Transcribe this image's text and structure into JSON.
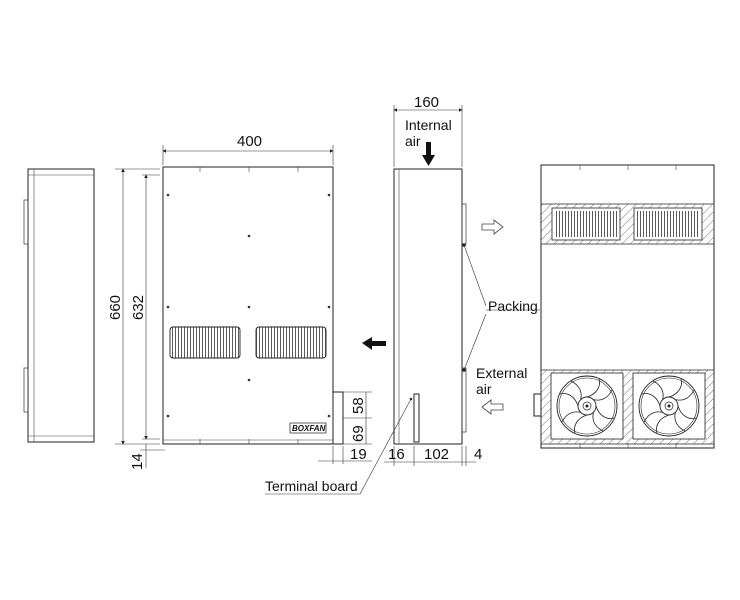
{
  "dimensions": {
    "overall_height": "660",
    "inner_height": "632",
    "front_width": "400",
    "depth": "160",
    "bottom_offset": "14",
    "terminal_height_58": "58",
    "terminal_height_69": "69",
    "terminal_width_19": "19",
    "side_16": "16",
    "side_102": "102",
    "side_4": "4"
  },
  "labels": {
    "internal_air_line1": "Internal",
    "internal_air_line2": "air",
    "external_air_line1": "External",
    "external_air_line2": "air",
    "packing": "Packing",
    "terminal_board": "Terminal board",
    "brand": "BOXFAN"
  },
  "colors": {
    "line": "#222222",
    "hatch": "#555555",
    "background": "#ffffff"
  },
  "icons": {
    "airflow_left": "solid-arrow-left-icon",
    "airflow_down": "solid-arrow-down-icon",
    "outline_arrow_right": "outline-arrow-right-icon",
    "outline_arrow_left": "outline-arrow-left-icon",
    "fan": "fan-icon"
  }
}
